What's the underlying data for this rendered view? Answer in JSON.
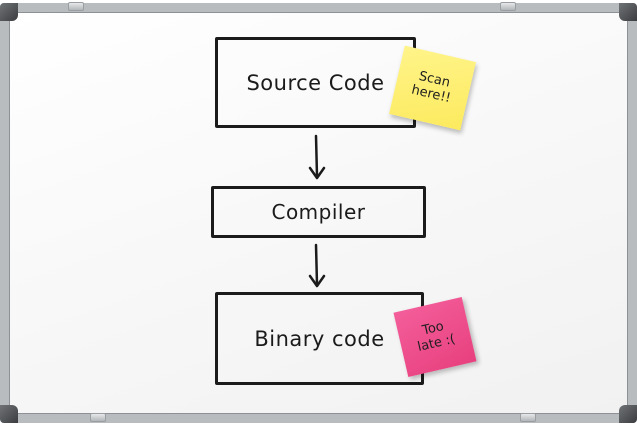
{
  "diagram": {
    "nodes": [
      {
        "id": "source",
        "label": "Source Code"
      },
      {
        "id": "compiler",
        "label": "Compiler"
      },
      {
        "id": "binary",
        "label": "Binary code"
      }
    ],
    "edges": [
      {
        "from": "source",
        "to": "compiler"
      },
      {
        "from": "compiler",
        "to": "binary"
      }
    ]
  },
  "notes": {
    "scan": {
      "text": "Scan\nhere!!",
      "color": "#fcea5e"
    },
    "late": {
      "text": "Too\nlate :(",
      "color": "#e8407f"
    }
  }
}
